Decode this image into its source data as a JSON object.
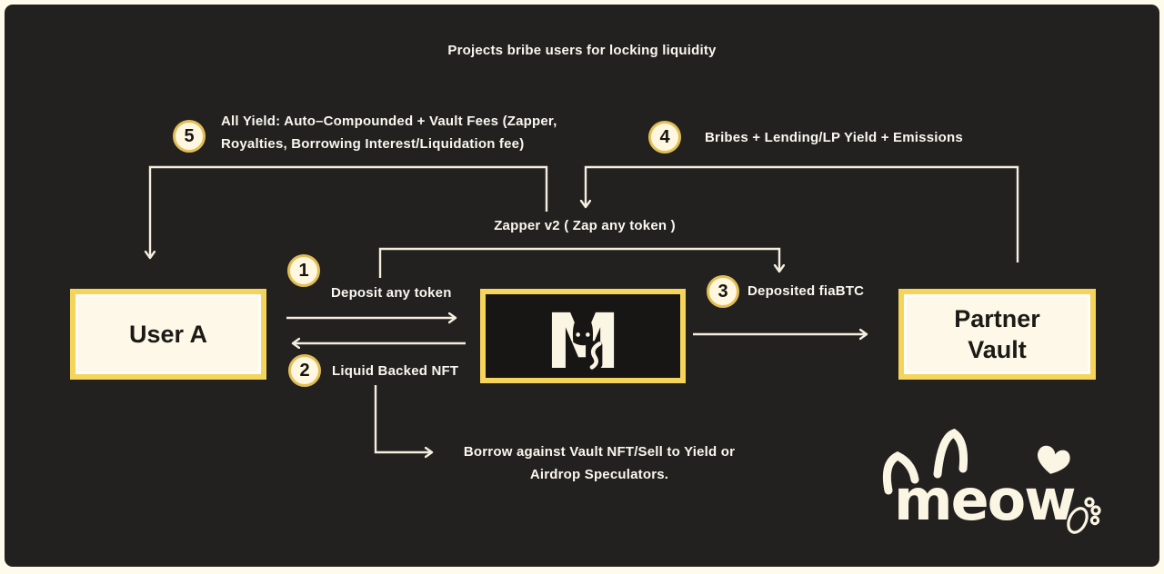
{
  "title": "Projects bribe users for locking liquidity",
  "steps": [
    {
      "num": "1",
      "label": "Deposit any token"
    },
    {
      "num": "2",
      "label": "Liquid Backed NFT"
    },
    {
      "num": "3",
      "label": "Deposited fiaBTC"
    },
    {
      "num": "4",
      "label": "Bribes + Lending/LP Yield + Emissions"
    },
    {
      "num": "5",
      "label": "All Yield: Auto–Compounded + Vault Fees (Zapper, Royalties, Borrowing Interest/Liquidation fee)"
    }
  ],
  "flow_labels": {
    "zapper": "Zapper v2 ( Zap any token )",
    "borrow": "Borrow against Vault NFT/Sell to Yield or Airdrop Speculators."
  },
  "nodes": {
    "user": "User A",
    "center_logo_letter": "M",
    "partner": "Partner Vault"
  },
  "brand": {
    "wordmark": "meow"
  },
  "colors": {
    "gold": "#F5D45C",
    "circle_ring": "#E2BE55",
    "cream": "#FFFBEA",
    "panel": "#232120",
    "line": "#F4EEDF"
  }
}
